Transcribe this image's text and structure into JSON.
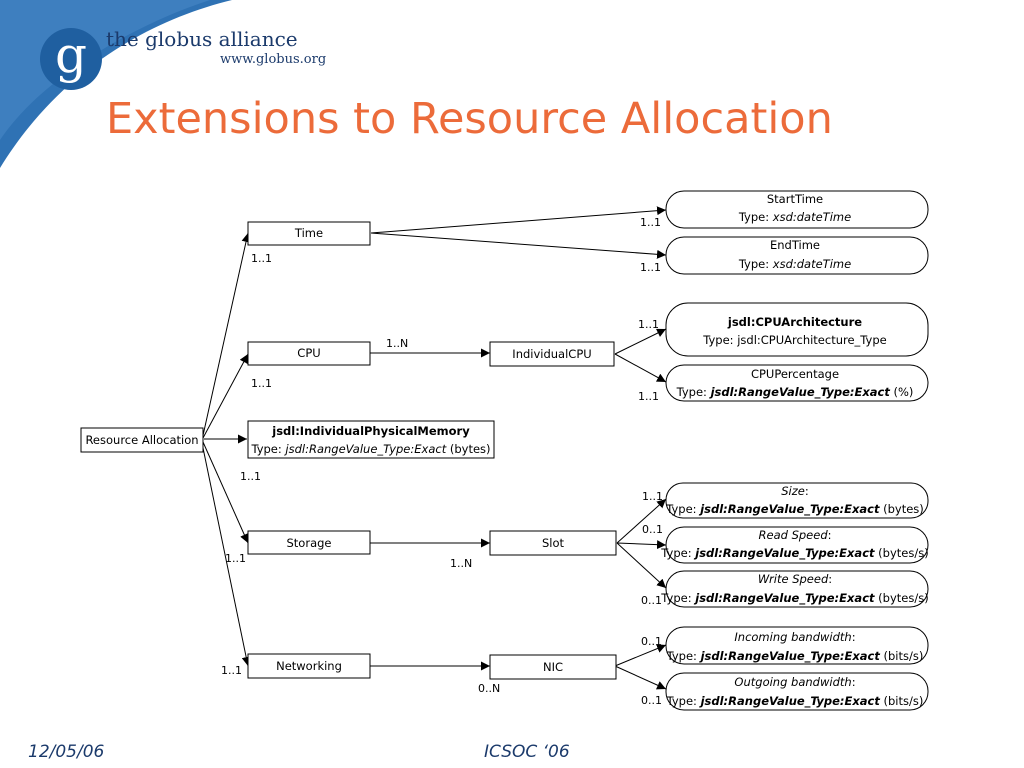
{
  "logo": {
    "mark": "g",
    "name": "the globus alliance",
    "url": "www.globus.org"
  },
  "title": "Extensions to Resource Allocation",
  "footer": {
    "date": "12/05/06",
    "venue": "ICSOC ‘06"
  },
  "colors": {
    "title": "#ec6b3a",
    "logo": "#1f5fa0",
    "swoosh": "#2f72b4",
    "text": "#1b3a6b"
  },
  "diagram": {
    "resource_allocation": "Resource Allocation",
    "time": "Time",
    "cpu": "CPU",
    "individual_cpu": "IndividualCPU",
    "memory": {
      "name": "jsdl:IndividualPhysicalMemory",
      "type_prefix": "Type: ",
      "type": "jsdl:RangeValue_Type:Exact",
      "unit": " (bytes)"
    },
    "storage": "Storage",
    "slot": "Slot",
    "networking": "Networking",
    "nic": "NIC",
    "start_time": {
      "name": "StartTime",
      "type_prefix": "Type: ",
      "type": "xsd:dateTime"
    },
    "end_time": {
      "name": "EndTime",
      "type_prefix": "Type: ",
      "type": "xsd:dateTime"
    },
    "cpu_architecture": {
      "name": "jsdl:CPUArchitecture",
      "type": "Type: jsdl:CPUArchitecture_Type"
    },
    "cpu_percentage": {
      "name": "CPUPercentage",
      "type_prefix": "Type: ",
      "type": "jsdl:RangeValue_Type:Exact",
      "unit": " (%)"
    },
    "size": {
      "name": "Size",
      "suffix": ":",
      "type_prefix": "Type: ",
      "type": "jsdl:RangeValue_Type:Exact",
      "unit": " (bytes)"
    },
    "read_speed": {
      "name": "Read Speed",
      "suffix": ":",
      "type_prefix": "Type: ",
      "type": "jsdl:RangeValue_Type:Exact",
      "unit": "  (bytes/s)"
    },
    "write_speed": {
      "name": "Write Speed",
      "suffix": ":",
      "type_prefix": "Type: ",
      "type": "jsdl:RangeValue_Type:Exact",
      "unit": " (bytes/s)"
    },
    "incoming_bandwidth": {
      "name": "Incoming bandwidth",
      "suffix": ":",
      "type_prefix": "Type: ",
      "type": "jsdl:RangeValue_Type:Exact",
      "unit": " (bits/s)"
    },
    "outgoing_bandwidth": {
      "name": "Outgoing bandwidth",
      "suffix": ":",
      "type_prefix": "Type: ",
      "type": "jsdl:RangeValue_Type:Exact",
      "unit": " (bits/s)"
    },
    "mult": {
      "time": "1..1",
      "cpu": "1..1",
      "memory": "1..1",
      "storage": "1..1",
      "networking": "1..1",
      "cpu_to_individual": "1..N",
      "storage_to_slot": "1..N",
      "networking_to_nic": "0..N",
      "start_time": "1..1",
      "end_time": "1..1",
      "cpu_architecture": "1..1",
      "cpu_percentage": "1..1",
      "size": "1..1",
      "read_speed": "0..1",
      "write_speed": "0..1",
      "incoming_bandwidth": "0..1",
      "outgoing_bandwidth": "0..1"
    }
  }
}
